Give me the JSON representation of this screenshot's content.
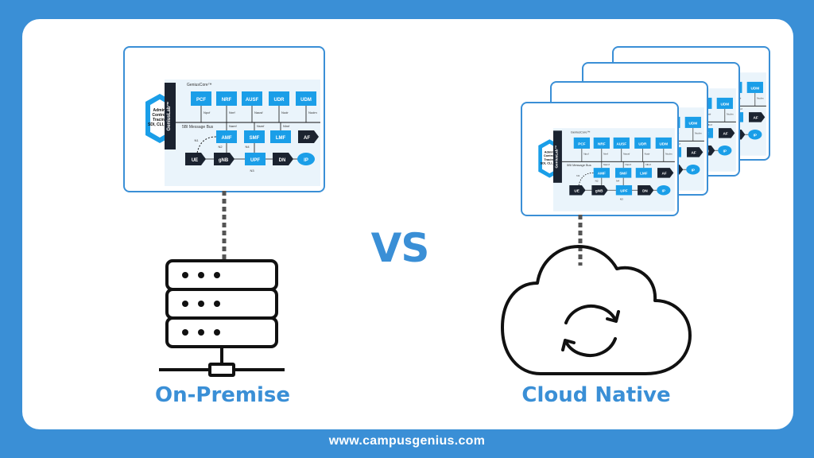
{
  "footer": {
    "website": "www.campusgenius.com"
  },
  "comparison": {
    "vs_text": "VS",
    "left_label": "On-Premise",
    "right_label": "Cloud Native"
  },
  "diagram": {
    "core_title": "GeniusCore™",
    "side_label": "GeniusLab™",
    "admin_lines": [
      "Admin,",
      "Control,",
      "Tracing",
      "SDI, CLI, API"
    ],
    "nf_top": [
      "PCF",
      "NRF",
      "AUSF",
      "UDR",
      "UDM"
    ],
    "interfaces_top": [
      "Npcf",
      "Nnrf",
      "Nausf",
      "Nudr",
      "Nudm"
    ],
    "bus_label": "5BI Message Bus",
    "interfaces_mid": [
      "Namf",
      "Nsmf",
      "Nlmf"
    ],
    "nf_mid": [
      "AMF",
      "SMF",
      "LMF",
      "AF"
    ],
    "n_labels": [
      "N1",
      "N2",
      "N4",
      "N3"
    ],
    "ran": [
      "UE",
      "gNB",
      "UPF",
      "DN",
      "IP"
    ]
  },
  "colors": {
    "accent": "#3a8fd6",
    "nf_box": "#1a9ee8",
    "dark": "#1b2330"
  }
}
